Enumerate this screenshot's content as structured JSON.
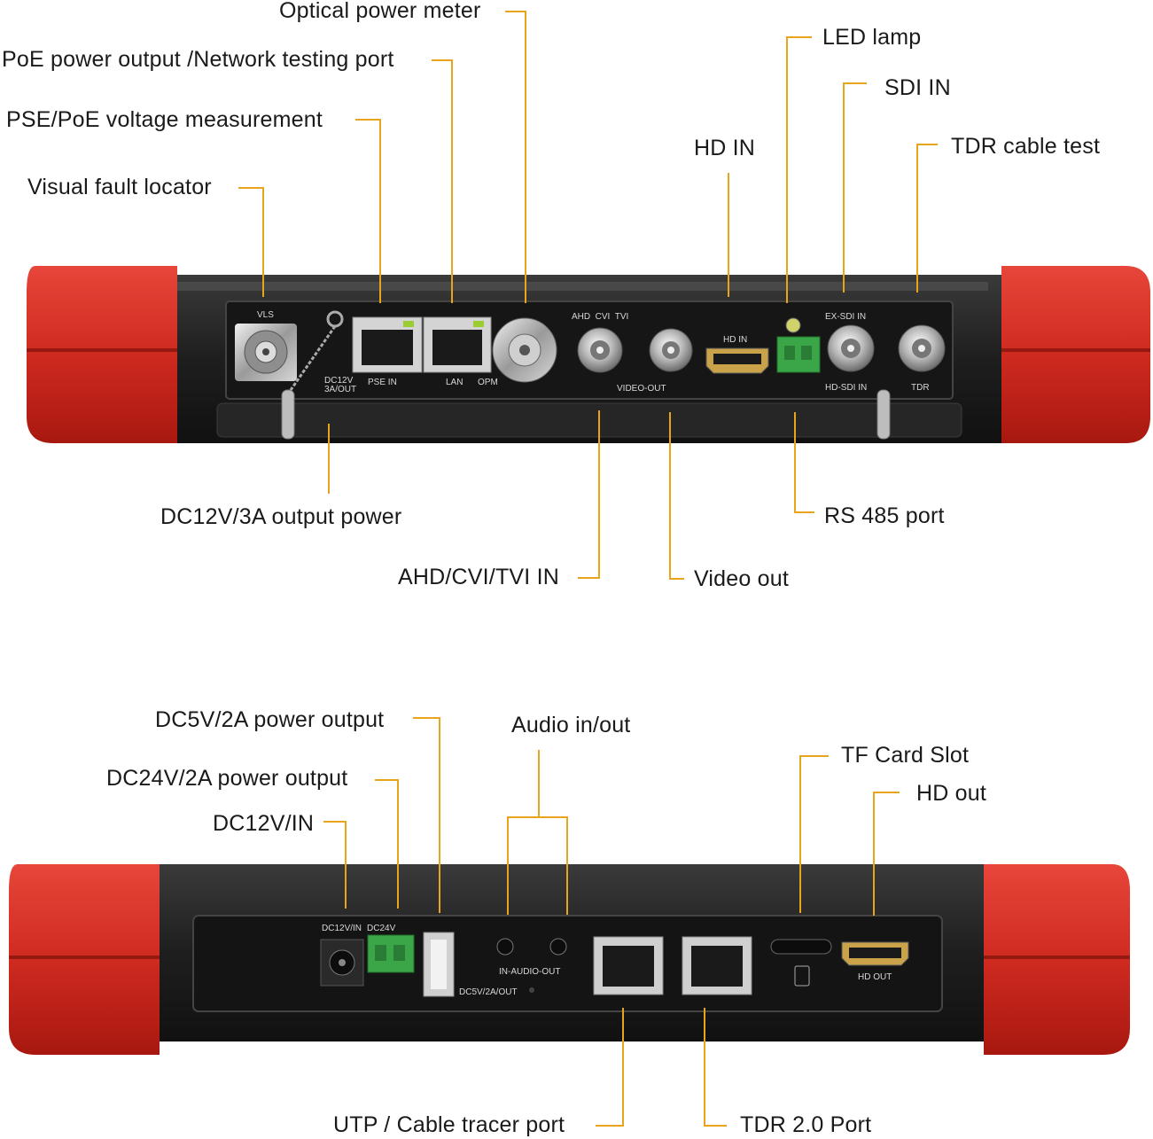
{
  "top_panel": {
    "callouts": {
      "optical_power_meter": "Optical power meter",
      "poe_output": "PoE power output /Network testing port",
      "pse_poe_voltage": "PSE/PoE voltage measurement",
      "visual_fault_locator": "Visual fault locator",
      "led_lamp": "LED lamp",
      "sdi_in": "SDI IN",
      "hd_in": "HD IN",
      "tdr_cable_test": "TDR cable test",
      "dc12v_output": "DC12V/3A output power",
      "rs485": "RS 485 port",
      "ahd_cvi_tvi_in": "AHD/CVI/TVI IN",
      "video_out": "Video out"
    },
    "port_labels": {
      "vls": "VLS",
      "dc12v": "DC12V",
      "dc12v_sub": "3A/OUT",
      "pse_in": "PSE IN",
      "lan": "LAN",
      "opm": "OPM",
      "ahd_cvi_tvi": "AHD  CVI  TVI",
      "video_out": "VIDEO-OUT",
      "hd_in": "HD IN",
      "ex_sdi_in": "EX-SDI IN",
      "hd_sdi_in": "HD-SDI IN",
      "tdr": "TDR"
    }
  },
  "bottom_panel": {
    "callouts": {
      "dc5v_output": "DC5V/2A power output",
      "audio": "Audio in/out",
      "dc24v_output": "DC24V/2A power output",
      "tf_card": "TF Card Slot",
      "dc12v_in": "DC12V/IN",
      "hd_out": "HD out",
      "utp": "UTP / Cable tracer port",
      "tdr2": "TDR 2.0 Port"
    },
    "port_labels": {
      "dc12v_in": "DC12V/IN",
      "dc24v": "DC24V",
      "dc5v": "DC5V/2A/OUT",
      "in_audio_out": "IN-AUDIO-OUT",
      "hd_out": "HD OUT"
    }
  },
  "colors": {
    "leader": "#e8a41c",
    "bumper_red": "#c9261d",
    "body_dark": "#1c1c1c",
    "terminal_green": "#3aa647"
  }
}
